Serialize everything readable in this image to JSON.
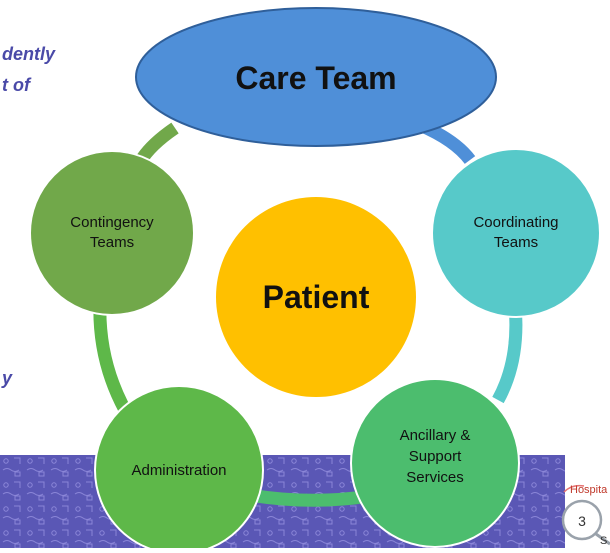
{
  "text_fragments": {
    "top_line1": "dently",
    "top_line2": "t of",
    "mid_line": "y"
  },
  "diagram": {
    "top": {
      "line1": "Care Team"
    },
    "center": {
      "line1": "Patient"
    },
    "nodes": [
      {
        "id": "contingency",
        "line1": "Contingency",
        "line2": "Teams"
      },
      {
        "id": "coordinating",
        "line1": "Coordinating",
        "line2": "Teams"
      },
      {
        "id": "administration",
        "line1": "Administration"
      },
      {
        "id": "ancillary",
        "line1": "Ancillary &",
        "line2": "Support",
        "line3": "Services"
      }
    ]
  },
  "footer": {
    "page_number": "3",
    "badge_text1": "Hospita",
    "badge_text2": "S"
  },
  "colors": {
    "care_team": "#4f8fd8",
    "patient": "#ffc000",
    "contingency": "#71a84a",
    "coordinating": "#57c9c9",
    "administration": "#5eb849",
    "ancillary": "#4cbd6e",
    "footer_band": "#5a57b5"
  }
}
